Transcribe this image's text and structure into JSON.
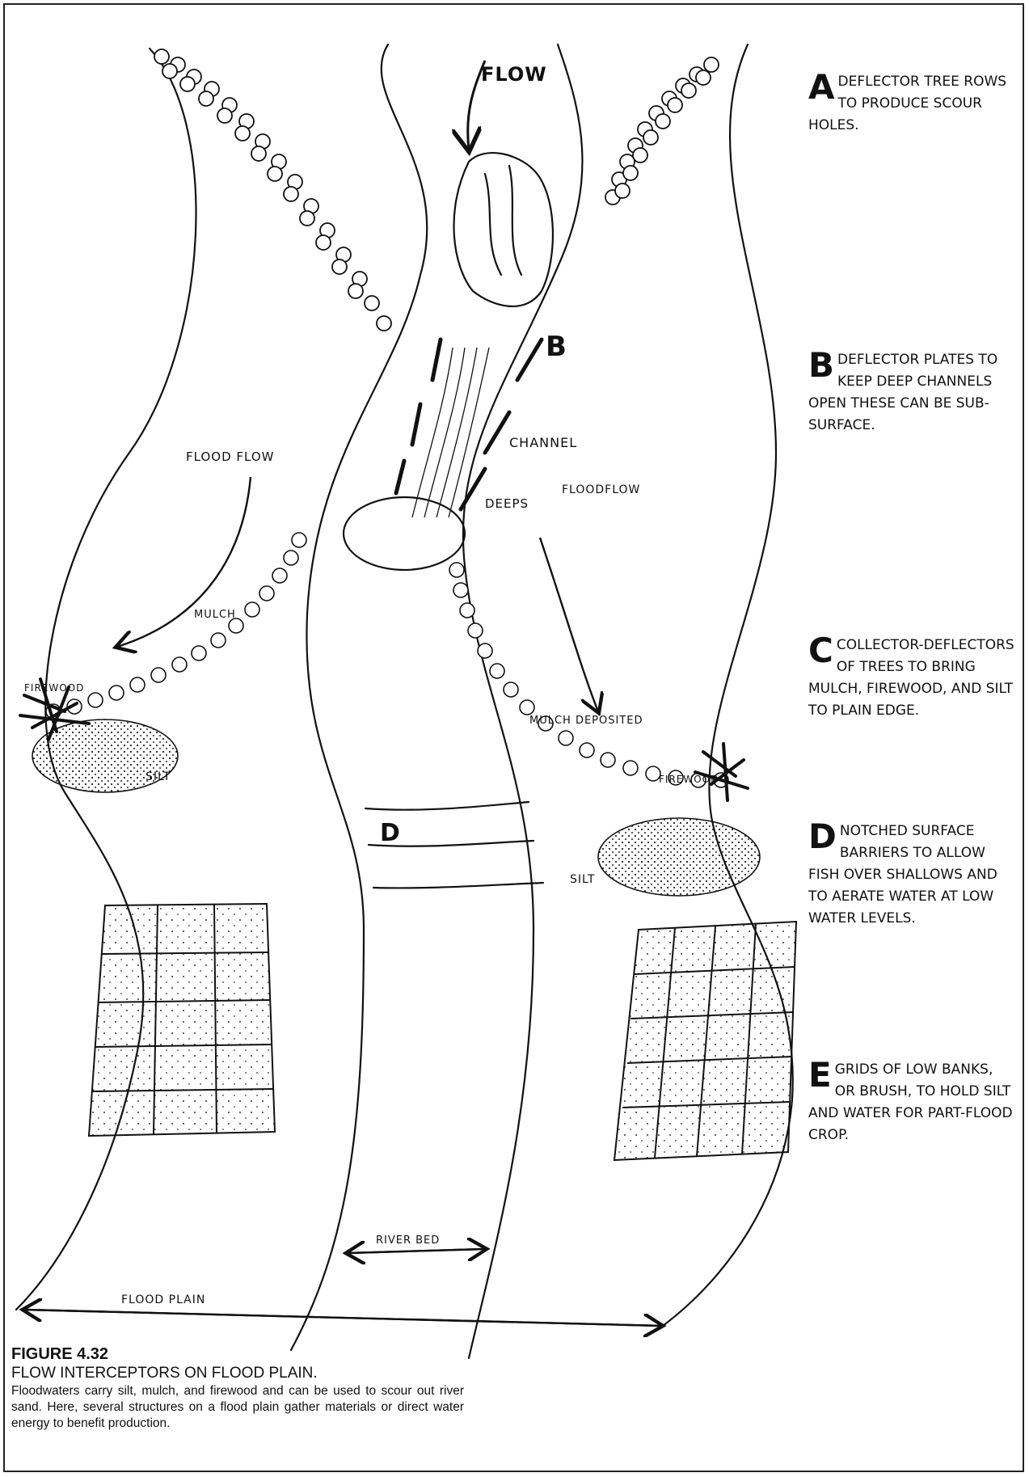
{
  "figure": {
    "number": "FIGURE 4.32",
    "title": "FLOW INTERCEPTORS ON FLOOD PLAIN.",
    "caption": "Floodwaters carry silt, mulch, and firewood and can be used to scour out river sand. Here, several structures on a flood plain gather materials or direct water energy to benefit production."
  },
  "legend": [
    {
      "letter": "A",
      "text": "DEFLECTOR TREE ROWS TO PRODUCE SCOUR HOLES."
    },
    {
      "letter": "B",
      "text": "DEFLECTOR PLATES TO KEEP DEEP CHANNELS OPEN THESE CAN BE SUB-SURFACE."
    },
    {
      "letter": "C",
      "text": "COLLECTOR-DEFLECTORS OF TREES TO BRING MULCH, FIREWOOD, AND SILT TO PLAIN EDGE."
    },
    {
      "letter": "D",
      "text": "NOTCHED SURFACE BARRIERS TO ALLOW FISH OVER SHALLOWS AND TO AERATE WATER AT LOW WATER LEVELS."
    },
    {
      "letter": "E",
      "text": "GRIDS OF LOW BANKS, OR BRUSH, TO HOLD SILT AND WATER FOR PART-FLOOD CROP."
    }
  ],
  "labels": {
    "flow": "FLOW",
    "marker_b": "B",
    "marker_d": "D",
    "channel": "CHANNEL",
    "deeps": "DEEPS",
    "floodflow_left": "FLOOD FLOW",
    "floodflow_right": "FLOODFLOW",
    "mulch_left": "MULCH",
    "firewood_left": "FIREWOOD",
    "silt_left": "SILT",
    "mulch_deposited": "MULCH DEPOSITED",
    "firewood_right": "FIREWOOD",
    "silt_right": "SILT",
    "river_bed": "RIVER BED",
    "flood_plain": "FLOOD PLAIN"
  }
}
